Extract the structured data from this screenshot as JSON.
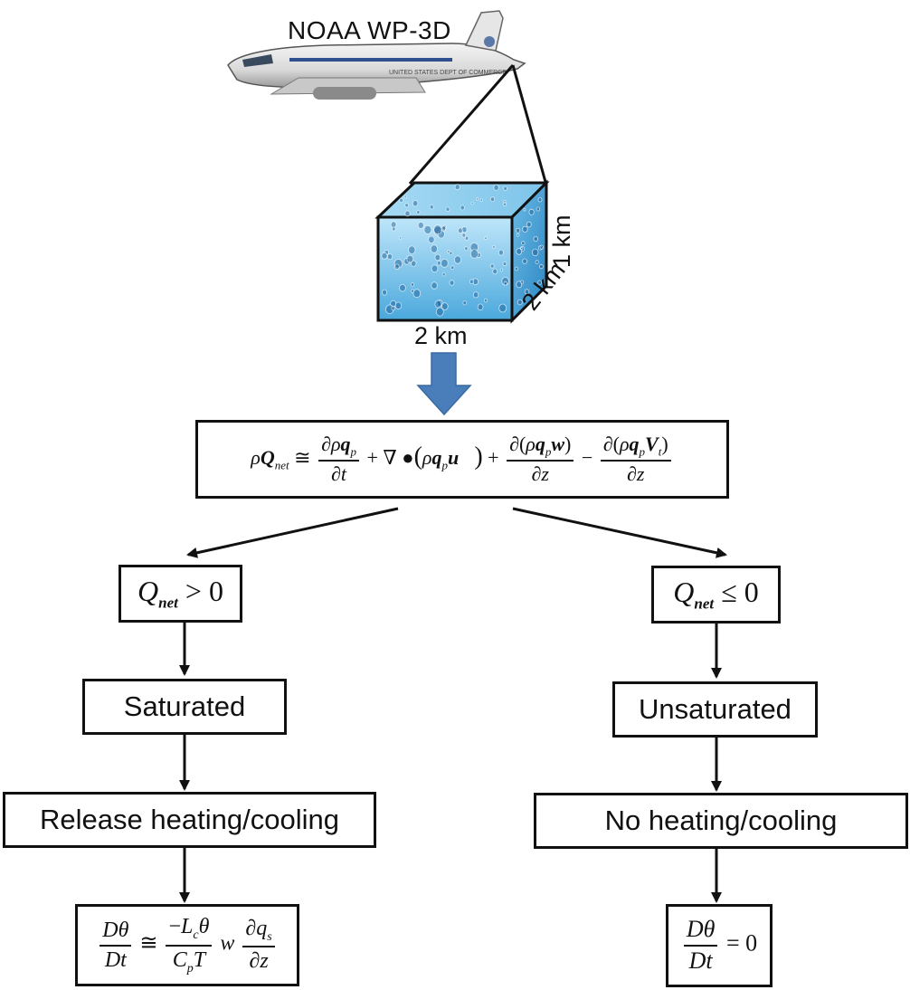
{
  "aircraft": {
    "label": "NOAA WP-3D",
    "fuselage_text": "UNITED STATES DEPT OF COMMERCE"
  },
  "sample_volume": {
    "width_label": "2 km",
    "depth_label": "2 km",
    "height_label": "1 km"
  },
  "budget_equation": {
    "lhs": "ρQnet ≅",
    "text": "ρQnet ≅ ∂ρqp/∂t + ∇•(ρqp u) + ∂(ρqp w)/∂z − ∂(ρqp Vt)/∂z"
  },
  "left_branch": {
    "condition": "Qnet > 0",
    "state": "Saturated",
    "process": "Release heating/cooling",
    "result_equation": "Dθ/Dt ≅ (−Lcθ)/(CpT) w ∂qs/∂z"
  },
  "right_branch": {
    "condition": "Qnet ≤ 0",
    "state": "Unsaturated",
    "process": "No heating/cooling",
    "result_equation": "Dθ/Dt = 0"
  },
  "colors": {
    "cube_front": "#7cc3ea",
    "cube_top": "#a9dcf5",
    "cube_side": "#3f9fd6",
    "down_arrow": "#4a7ebb",
    "line": "#111111"
  }
}
